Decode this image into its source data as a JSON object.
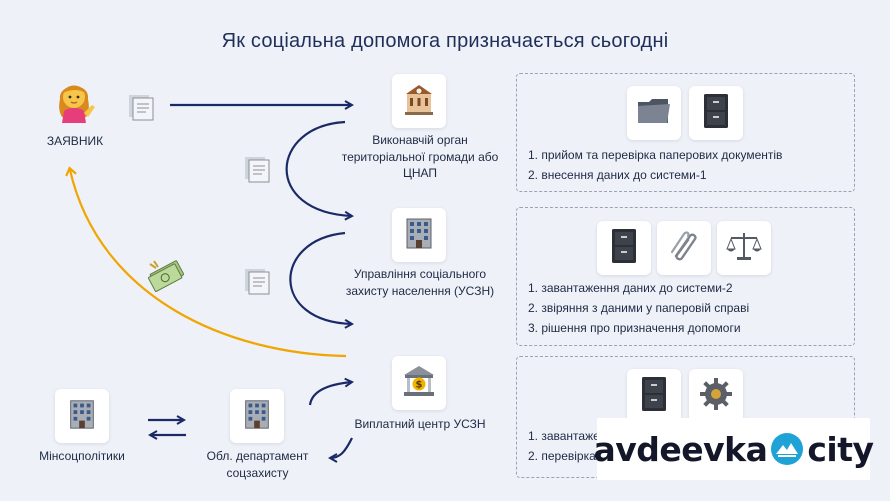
{
  "title": "Як соціальна допомога призначається сьогодні",
  "nodes": {
    "applicant": "ЗАЯВНИК",
    "executive": [
      "Виконавчій орган",
      "територіальної громади або",
      "ЦНАП"
    ],
    "social_protection": [
      "Управління соціального",
      "захисту населення (УСЗН)"
    ],
    "payment_center": "Виплатний центр УСЗН",
    "ministry": "Мінсоцполітики",
    "regional_dept": [
      "Обл. департамент",
      "соцзахисту"
    ]
  },
  "steps": {
    "group1": [
      "1. прийом та перевірка паперових документів",
      "2. внесення даних до системи-1"
    ],
    "group2": [
      "1. завантаження даних до системи-2",
      "2. звіряння з даними у паперовій справі",
      "3. рішення про призначення допомоги"
    ],
    "group3": [
      "1. завантаження документів до системи-3",
      "2. перевірка"
    ]
  },
  "icons": {
    "applicant": "person-raising-hand-icon",
    "document": "document-icon",
    "money": "money-icon",
    "folder": "folder-icon",
    "cabinet": "file-cabinet-icon",
    "paperclip": "paperclip-icon",
    "scales": "scales-icon",
    "gear": "gear-icon",
    "building": "office-building-icon",
    "bank": "bank-icon",
    "city_hall": "city-hall-icon"
  },
  "watermark": {
    "left": "avdeevka",
    "right": "city"
  },
  "colors": {
    "navy": "#1a2a66",
    "orange": "#f0a500",
    "dash": "#9aa3b5"
  }
}
